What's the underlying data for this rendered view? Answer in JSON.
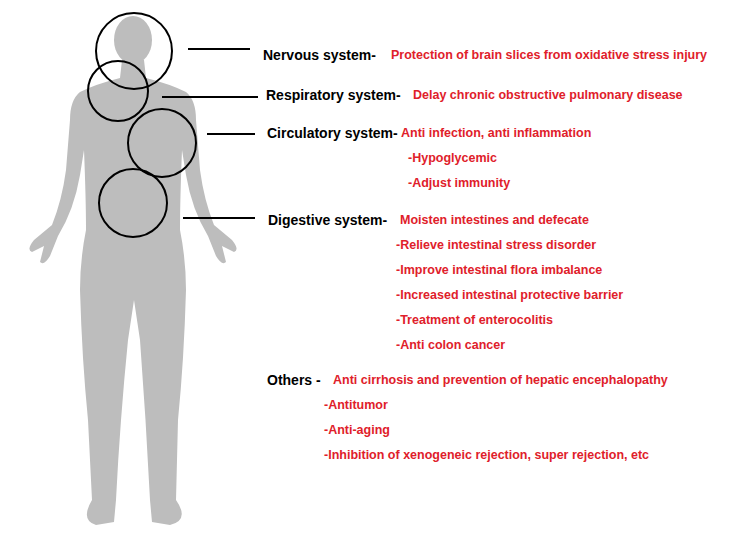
{
  "diagram": {
    "labels": [
      "Nervous system-",
      "Protection of brain slices from oxidative stress injury",
      "Respiratory system-",
      "Delay chronic obstructive pulmonary disease",
      "Circulatory system-",
      "Anti infection, anti inflammation",
      "-Hypoglycemic",
      "-Adjust immunity",
      "Digestive system-",
      "Moisten intestines and defecate",
      "-Relieve intestinal stress disorder",
      "-Improve intestinal flora imbalance",
      "-Increased intestinal protective barrier",
      "-Treatment of enterocolitis",
      "-Anti colon cancer",
      "Others -",
      "Anti cirrhosis and prevention of hepatic encephalopathy",
      "-Antitumor",
      "-Anti-aging",
      "-Inhibition of xenogeneic rejection, super rejection, etc"
    ]
  }
}
